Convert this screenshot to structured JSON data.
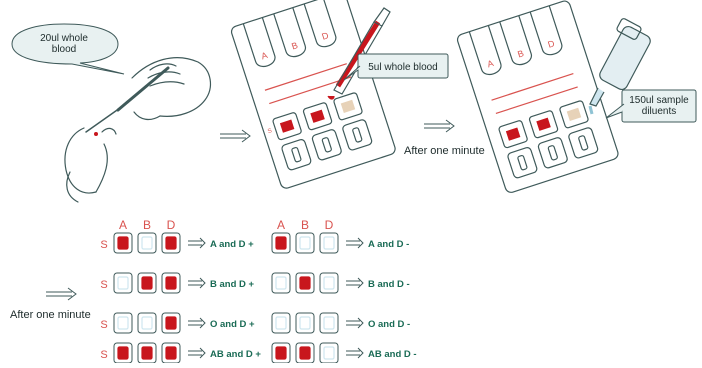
{
  "callouts": {
    "whole_blood_20": "20ul whole\nblood",
    "whole_blood_5": "5ul whole blood",
    "diluent_150": "150ul sample\ndiluents"
  },
  "steps": {
    "after_one_minute_top": "After one minute",
    "after_one_minute_bottom": "After one minute"
  },
  "card_labels": [
    "A",
    "B",
    "D"
  ],
  "row_prefix": "S",
  "result_headers": [
    "A",
    "B",
    "D"
  ],
  "results_left": [
    {
      "wells": [
        "red",
        "empty",
        "red"
      ],
      "label": "A and D +"
    },
    {
      "wells": [
        "empty",
        "red",
        "red"
      ],
      "label": "B and D +"
    },
    {
      "wells": [
        "empty",
        "empty",
        "red"
      ],
      "label": "O and D +"
    },
    {
      "wells": [
        "red",
        "red",
        "red"
      ],
      "label": "AB and D +"
    }
  ],
  "results_right": [
    {
      "wells": [
        "red",
        "empty",
        "empty"
      ],
      "label": "A and D -"
    },
    {
      "wells": [
        "empty",
        "red",
        "empty"
      ],
      "label": "B and D -"
    },
    {
      "wells": [
        "empty",
        "empty",
        "empty"
      ],
      "label": "O and D -"
    },
    {
      "wells": [
        "red",
        "red",
        "empty"
      ],
      "label": "AB and D -"
    }
  ],
  "colors": {
    "line": "#3f5a5a",
    "red": "#c8161d",
    "label_red": "#d9534f",
    "green_text": "#1a6b55",
    "empty_well": "#cfe6ef",
    "callout_fill": "#e8f1f1"
  }
}
